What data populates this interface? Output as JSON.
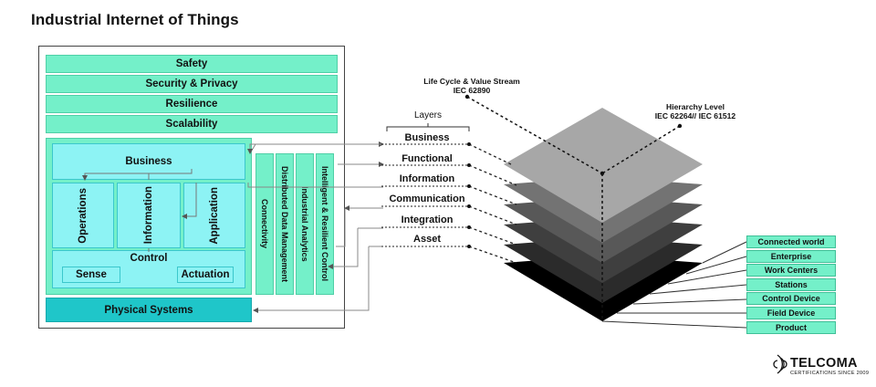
{
  "title": "Industrial Internet of Things",
  "concerns": [
    "Safety",
    "Security & Privacy",
    "Resilience",
    "Scalability"
  ],
  "functional": {
    "business": "Business",
    "operations": "Operations",
    "information": "Information",
    "application": "Application",
    "control": "Control",
    "sense": "Sense",
    "actuation": "Actuation",
    "physical": "Physical Systems"
  },
  "crosscutting": [
    "Connectivity",
    "Distributed Data Management",
    "Industrial Analytics",
    "Intelligent & Resilient Control"
  ],
  "layers_heading": "Layers",
  "layers": [
    "Business",
    "Functional",
    "Information",
    "Communication",
    "Integration",
    "Asset"
  ],
  "lifecycle": {
    "line1": "Life Cycle & Value Stream",
    "line2": "IEC 62890"
  },
  "hierarchy_axis": {
    "line1": "Hierarchy Level",
    "line2": "IEC 62264// IEC 61512"
  },
  "hierarchy_levels": [
    "Connected world",
    "Enterprise",
    "Work Centers",
    "Stations",
    "Control Device",
    "Field Device",
    "Product"
  ],
  "logo": {
    "name": "TELCOMA",
    "tagline": "CERTIFICATIONS SINCE 2009"
  },
  "colors": {
    "green": "#74f0c9",
    "cyan": "#8df3f4",
    "teal": "#1fc6c9"
  }
}
